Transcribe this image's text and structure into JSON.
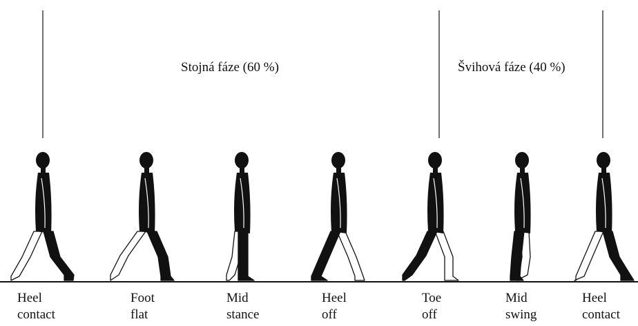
{
  "phases": {
    "stance": "Stojná fáze (60 %)",
    "swing": "Švihová fáze (40 %)"
  },
  "events": [
    {
      "line1": "Heel",
      "line2": "contact"
    },
    {
      "line1": "Foot",
      "line2": "flat"
    },
    {
      "line1": "Mid",
      "line2": "stance"
    },
    {
      "line1": "Heel",
      "line2": "off"
    },
    {
      "line1": "Toe",
      "line2": "off"
    },
    {
      "line1": "Mid",
      "line2": "swing"
    },
    {
      "line1": "Heel",
      "line2": "contact"
    }
  ],
  "colors": {
    "ink": "#111111",
    "background": "#ffffff",
    "rear_leg_fill": "#ffffff"
  }
}
